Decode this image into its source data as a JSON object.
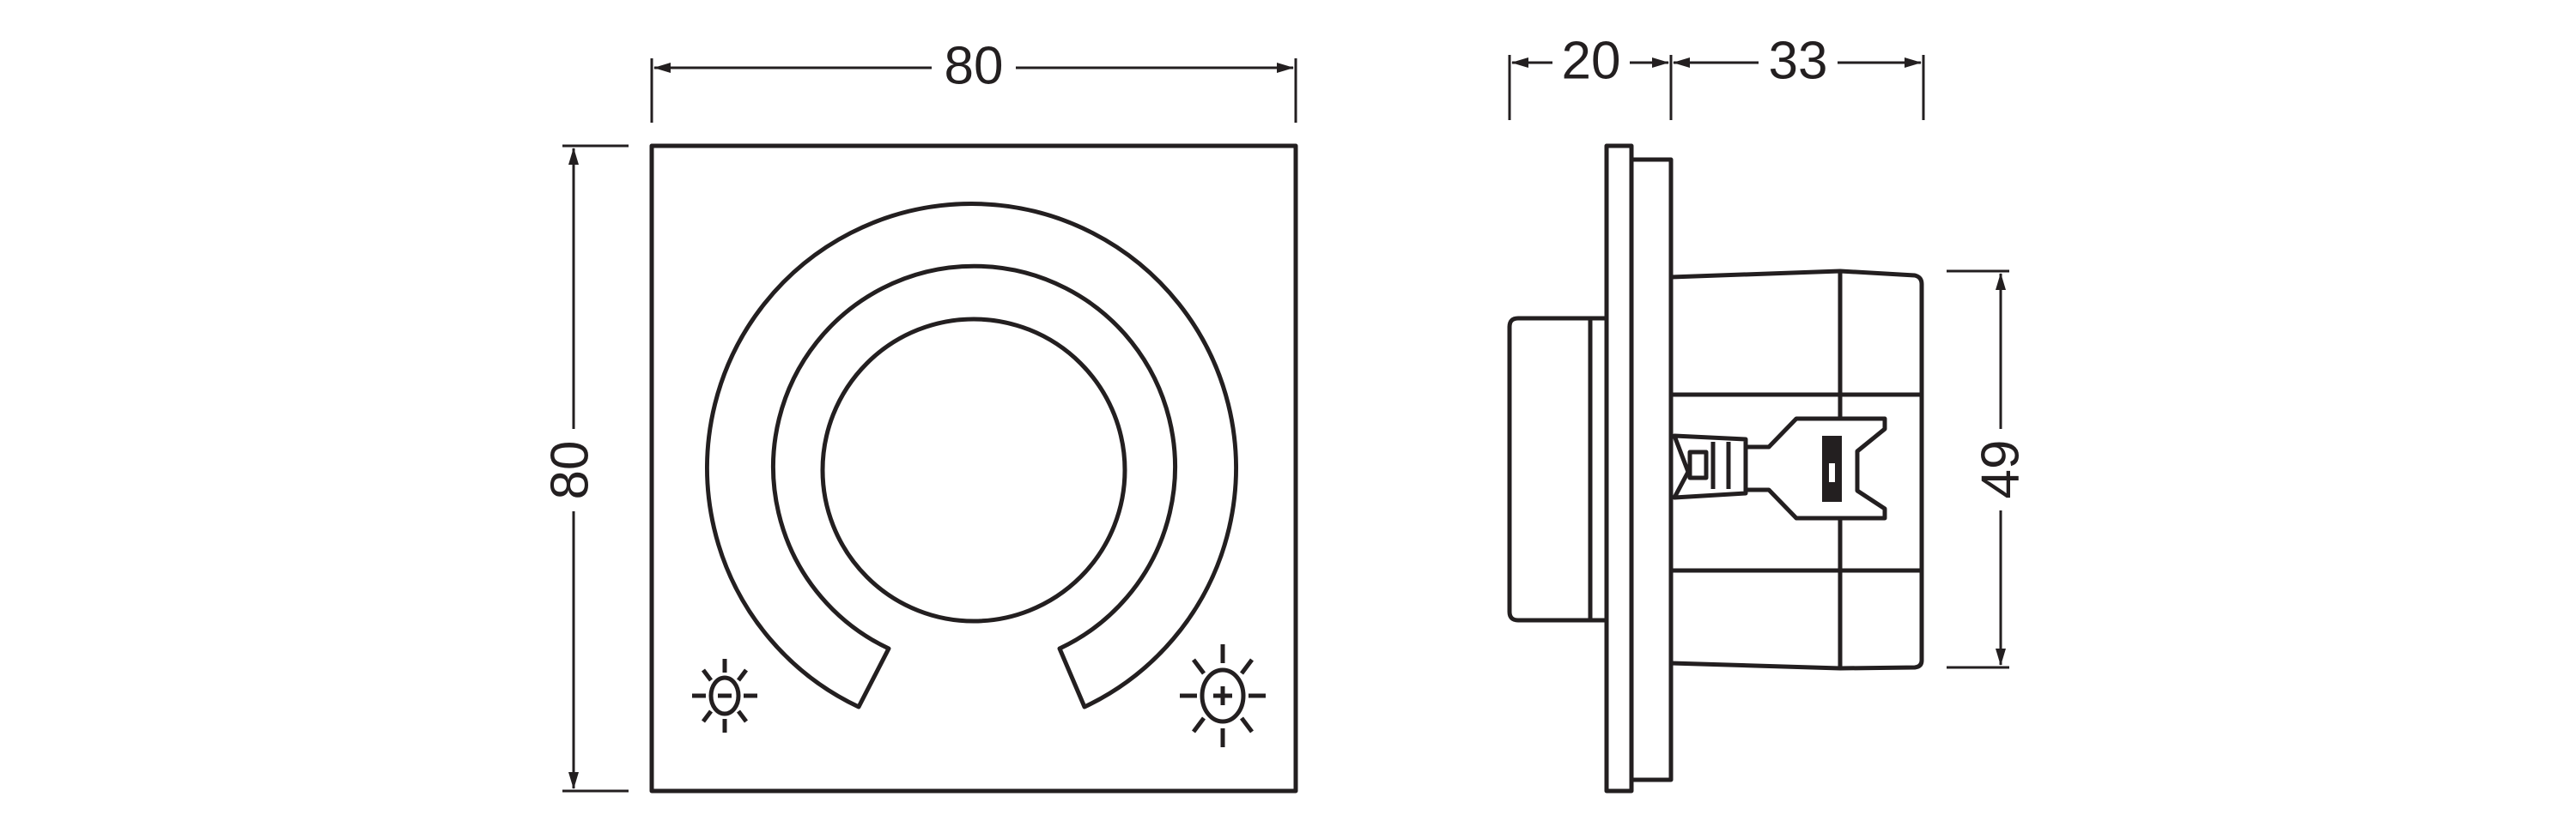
{
  "drawing": {
    "front_view": {
      "width_label": "80",
      "height_label": "80",
      "icons": [
        "brightness-down-icon",
        "brightness-up-icon"
      ]
    },
    "side_view": {
      "knob_depth_label": "20",
      "body_depth_label": "33",
      "body_height_label": "49"
    },
    "line_color": "#231f20"
  }
}
